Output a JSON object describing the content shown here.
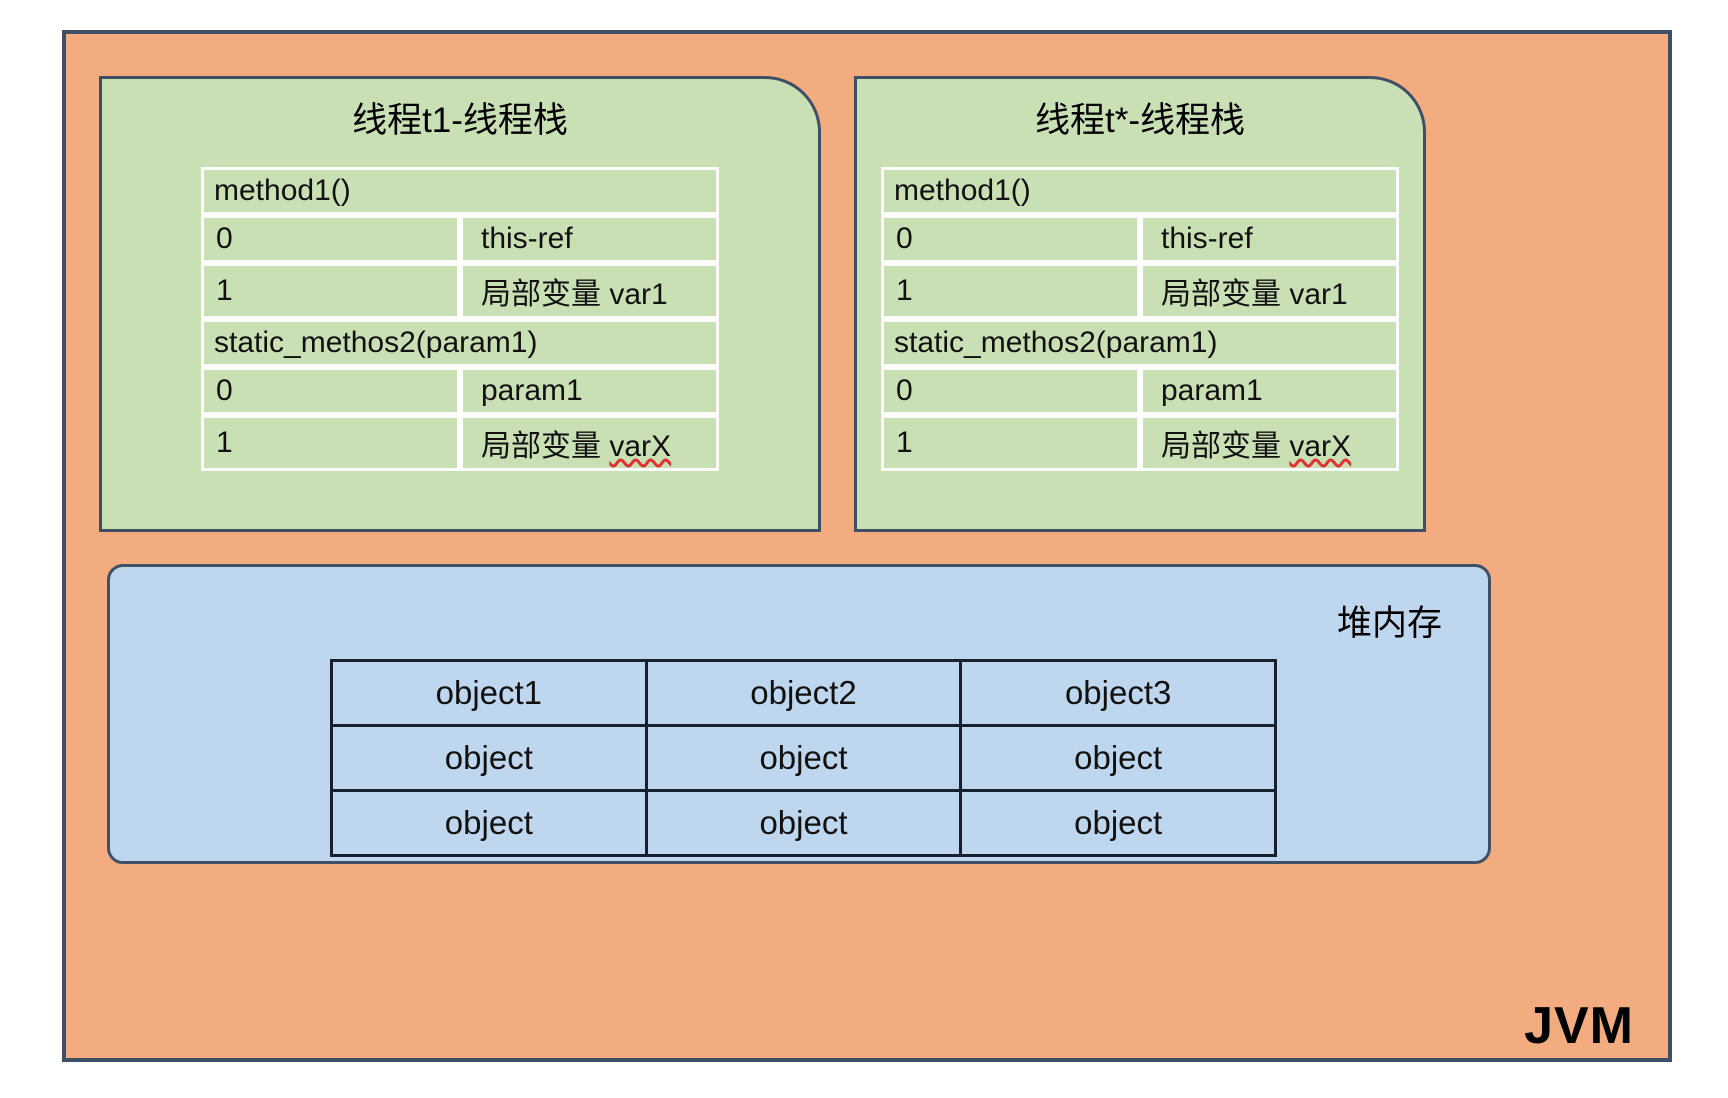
{
  "diagram": {
    "title": "JVM",
    "colors": {
      "jvm_background": "#F2AC80",
      "stack_background": "#C9DFB4",
      "heap_background": "#BFD7EE",
      "stroke": "#3E4F66",
      "table_border_heap": "#16202E",
      "table_border_stack": "#FFFFFF",
      "misspelling_underline": "#E03030"
    }
  },
  "stacks": [
    {
      "id": "thread-t1",
      "title": "线程t1-线程栈",
      "frames": [
        {
          "method": "method1()",
          "slots": [
            {
              "index": "0",
              "name": "this-ref",
              "misspelled": false
            },
            {
              "index": "1",
              "name": "局部变量 var1",
              "misspelled": false
            }
          ]
        },
        {
          "method": "static_methos2(param1)",
          "slots": [
            {
              "index": "0",
              "name": "param1",
              "misspelled": false
            },
            {
              "index": "1",
              "name": "局部变量 ",
              "suffix": "varX",
              "misspelled": true
            }
          ]
        }
      ]
    },
    {
      "id": "thread-tstar",
      "title": "线程t*-线程栈",
      "frames": [
        {
          "method": "method1()",
          "slots": [
            {
              "index": "0",
              "name": "this-ref",
              "misspelled": false
            },
            {
              "index": "1",
              "name": "局部变量 var1",
              "misspelled": false
            }
          ]
        },
        {
          "method": "static_methos2(param1)",
          "slots": [
            {
              "index": "0",
              "name": "param1",
              "misspelled": false
            },
            {
              "index": "1",
              "name": "局部变量 ",
              "suffix": "varX",
              "misspelled": true
            }
          ]
        }
      ]
    }
  ],
  "heap": {
    "label": "堆内存",
    "table": {
      "rows": [
        [
          "object1",
          "object2",
          "object3"
        ],
        [
          "object",
          "object",
          "object"
        ],
        [
          "object",
          "object",
          "object"
        ]
      ]
    }
  }
}
